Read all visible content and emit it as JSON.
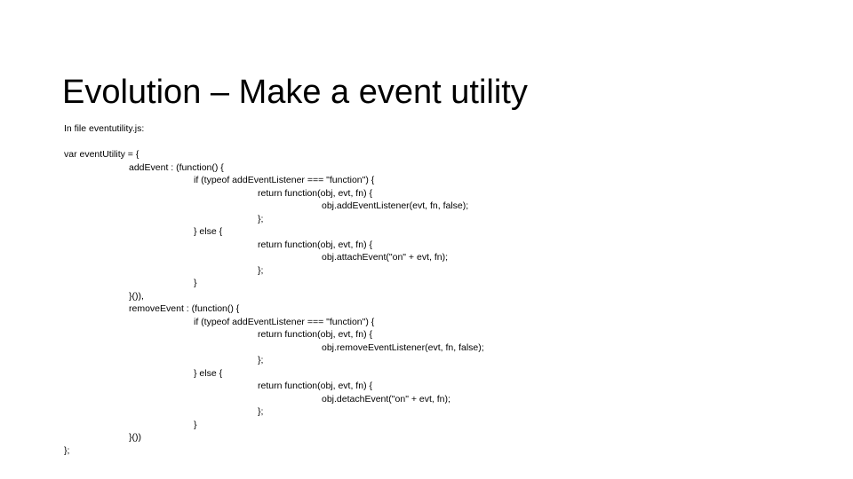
{
  "slide": {
    "title": "Evolution – Make a event utility",
    "background_color": "#ffffff",
    "text_color": "#000000"
  },
  "content": {
    "intro": "In file eventutility.js:",
    "code_lines": [
      {
        "indent": 0,
        "text": "var eventUtility = {"
      },
      {
        "indent": 1,
        "text": "addEvent : (function() {"
      },
      {
        "indent": 2,
        "text": "if (typeof addEventListener === \"function\") {"
      },
      {
        "indent": 3,
        "text": "return function(obj, evt, fn) {"
      },
      {
        "indent": 4,
        "text": "obj.addEventListener(evt, fn, false);"
      },
      {
        "indent": 3,
        "text": "};"
      },
      {
        "indent": 2,
        "text": "} else {"
      },
      {
        "indent": 3,
        "text": "return function(obj, evt, fn) {"
      },
      {
        "indent": 4,
        "text": "obj.attachEvent(\"on\" + evt, fn);"
      },
      {
        "indent": 3,
        "text": "};"
      },
      {
        "indent": 2,
        "text": "}"
      },
      {
        "indent": 1,
        "text": "}()),"
      },
      {
        "indent": 1,
        "text": "removeEvent : (function() {"
      },
      {
        "indent": 2,
        "text": "if (typeof addEventListener === \"function\") {"
      },
      {
        "indent": 3,
        "text": "return function(obj, evt, fn) {"
      },
      {
        "indent": 4,
        "text": "obj.removeEventListener(evt, fn, false);"
      },
      {
        "indent": 3,
        "text": "};"
      },
      {
        "indent": 2,
        "text": "} else {"
      },
      {
        "indent": 3,
        "text": "return function(obj, evt, fn) {"
      },
      {
        "indent": 4,
        "text": "obj.detachEvent(\"on\" + evt, fn);"
      },
      {
        "indent": 3,
        "text": "};"
      },
      {
        "indent": 2,
        "text": "}"
      },
      {
        "indent": 1,
        "text": "}())"
      },
      {
        "indent": 0,
        "text": "};"
      }
    ]
  }
}
